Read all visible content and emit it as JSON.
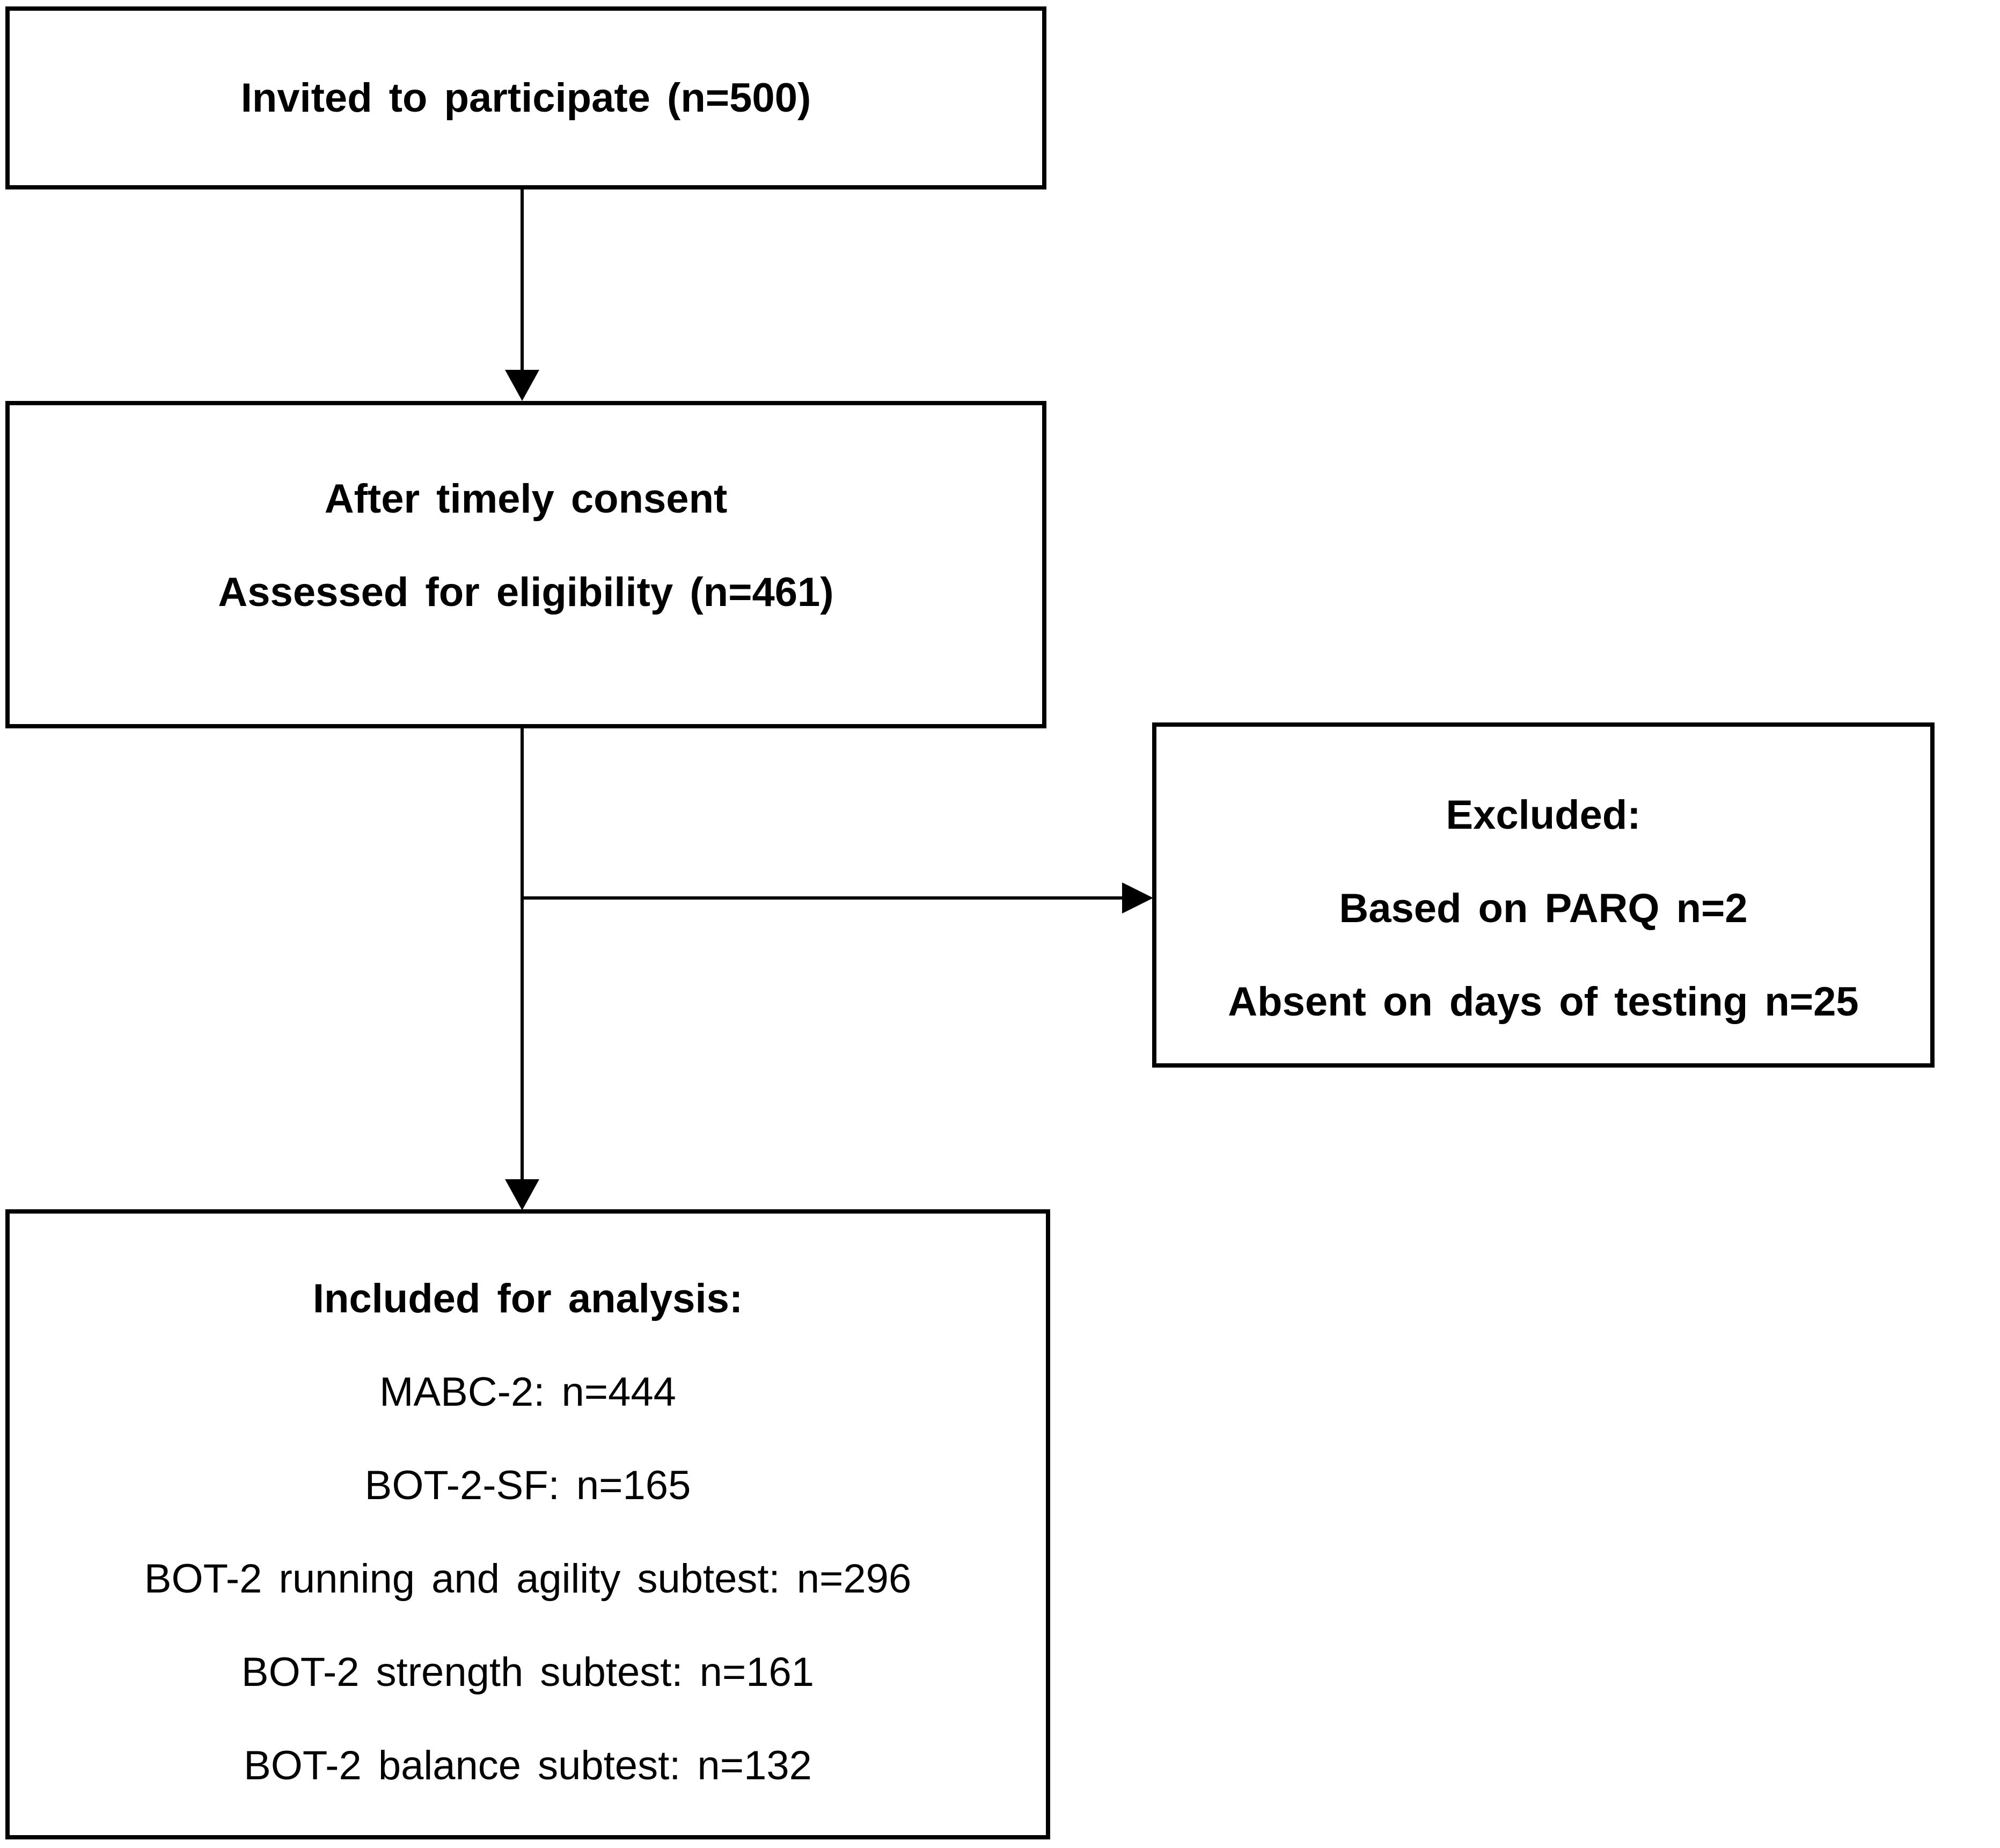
{
  "diagram": {
    "type": "participant-flow-chart",
    "colors": {
      "background": "#ffffff",
      "text": "#000000",
      "line": "#000000"
    },
    "boxes": {
      "invited": {
        "lines": [
          "Invited to participate (n=500)"
        ]
      },
      "consent": {
        "lines": [
          "After timely consent",
          "Assessed for eligibility (n=461)"
        ]
      },
      "excluded": {
        "lines": [
          "Excluded:",
          "Based on PARQ n=2",
          "Absent on days of testing n=25"
        ]
      },
      "included": {
        "lines": [
          "Included for analysis:",
          "MABC-2: n=444",
          "BOT-2-SF: n=165",
          "BOT-2 running and agility subtest: n=296",
          "BOT-2 strength subtest: n=161",
          "BOT-2 balance subtest: n=132"
        ]
      }
    },
    "arrows": [
      {
        "from": "invited",
        "to": "consent",
        "direction": "down"
      },
      {
        "from": "consent",
        "to": "included",
        "direction": "down"
      },
      {
        "from": "consent",
        "to": "excluded",
        "direction": "right"
      }
    ]
  }
}
